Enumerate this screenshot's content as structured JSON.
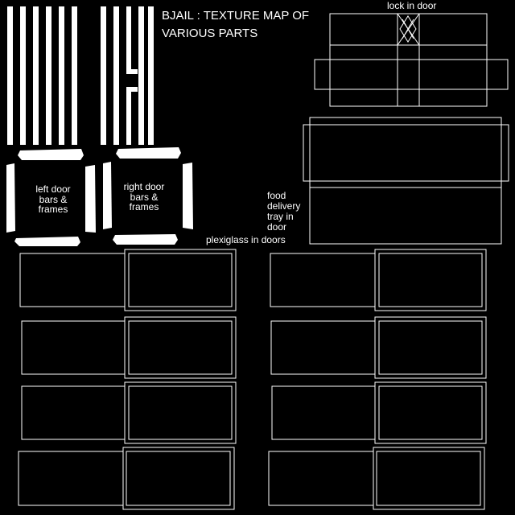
{
  "title": "BJAIL : TEXTURE MAP OF\nVARIOUS PARTS",
  "labels": {
    "lock": "lock in door",
    "left_door": "left door\nbars &\nframes",
    "right_door": "right door\nbars &\nframes",
    "food_tray": "food\ndelivery\ntray in\ndoor",
    "plexiglass": "plexiglass in doors"
  },
  "colors": {
    "background": "#000000",
    "foreground": "#ffffff"
  }
}
